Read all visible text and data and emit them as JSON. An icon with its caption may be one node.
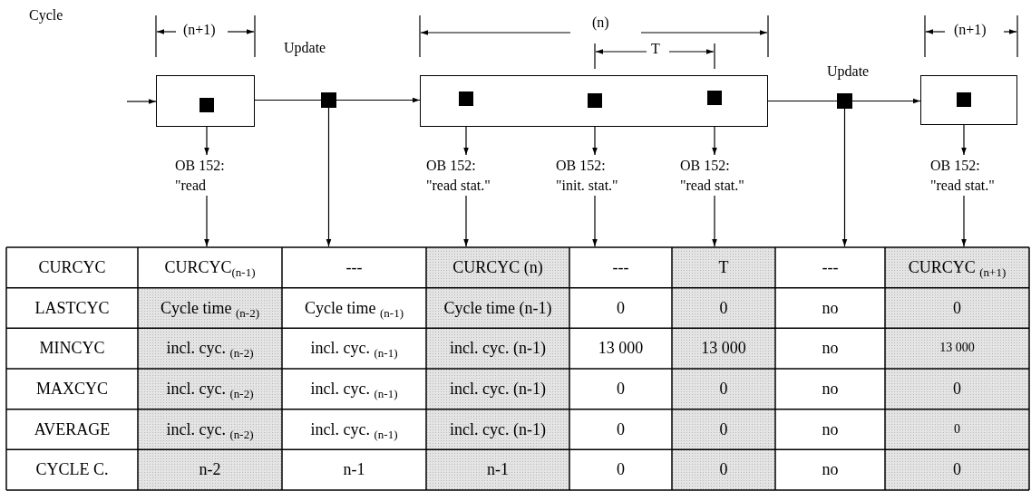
{
  "diagram": {
    "nodes": [
      {
        "text": [],
        "shape": "box"
      },
      {
        "text": [],
        "shape": "box",
        "in": 0
      },
      {
        "text": [],
        "shape": "box",
        "beside": [
          "Update"
        ]
      },
      {
        "text": [],
        "shape": "box"
      },
      {
        "text": [],
        "shape": "box",
        "in": 3
      },
      {
        "text": [],
        "shape": "box",
        "in": 3
      },
      {
        "text": [],
        "shape": "box",
        "in": 3
      },
      {
        "text": [],
        "shape": "box",
        "beside": [
          "Update"
        ]
      },
      {
        "text": [],
        "shape": "box"
      },
      {
        "text": [],
        "shape": "box",
        "in": 8
      },
      {
        "text": [
          "OB 152: \"read"
        ]
      },
      {
        "text": [
          "OB 152: \"read stat.\""
        ]
      },
      {
        "text": [
          "OB 152: \"init. stat.\""
        ]
      },
      {
        "text": [
          "OB 152: \"read stat.\""
        ]
      },
      {
        "text": [
          "OB 152: \"read stat.\""
        ]
      },
      {
        "text": [
          "CURCYC$_{(n-1)}$"
        ]
      },
      {
        "text": [
          "---"
        ]
      },
      {
        "text": [
          "CURCYC (n)"
        ]
      },
      {
        "text": [
          "---"
        ]
      },
      {
        "text": [
          "T"
        ]
      },
      {
        "text": [
          "---"
        ]
      },
      {
        "text": [
          "CURCYC $_{(n+1)}$"
        ]
      }
    ],
    "edges": [
      {
        "from": null,
        "to": 0,
        "arrow": "to"
      },
      {
        "from": 0,
        "to": 2,
        "arrow": "none"
      },
      {
        "from": 2,
        "to": 3,
        "arrow": "to"
      },
      {
        "from": 3,
        "to": 7,
        "arrow": "none"
      },
      {
        "from": 7,
        "to": 8,
        "arrow": "to"
      },
      {
        "from": 1,
        "to": 10,
        "arrow": "to"
      },
      {
        "from": 4,
        "to": 11,
        "arrow": "to"
      },
      {
        "from": 5,
        "to": 12,
        "arrow": "to"
      },
      {
        "from": 6,
        "to": 13,
        "arrow": "to"
      },
      {
        "from": 9,
        "to": 14,
        "arrow": "to"
      },
      {
        "from": 10,
        "to": 15,
        "arrow": "to"
      },
      {
        "from": 2,
        "to": 16,
        "arrow": "to"
      },
      {
        "from": 11,
        "to": 17,
        "arrow": "to"
      },
      {
        "from": 12,
        "to": 18,
        "arrow": "to"
      },
      {
        "from": 13,
        "to": 19,
        "arrow": "to"
      },
      {
        "from": 7,
        "to": 20,
        "arrow": "to"
      },
      {
        "from": 14,
        "to": 21,
        "arrow": "to"
      }
    ],
    "labels": [
      "Cycle",
      "(n+1)",
      "(n)",
      "T",
      "(n+1)",
      "CURCYC",
      "LASTCYC",
      "Cycle time $_{(n-2)}$",
      "Cycle time $_{(n-1)}$",
      "Cycle time (n-1)",
      "0",
      "0",
      "no",
      "0",
      "MINCYC",
      "incl. cyc. $_{(n-2)}$",
      "incl. cyc. $_{(n-1)}$",
      "incl. cyc. (n-1)",
      "13 000",
      "13 000",
      "no",
      "13 000",
      "MAXCYC",
      "incl. cyc. $_{(n-2)}$",
      "incl. cyc. $_{(n-1)}$",
      "incl. cyc. (n-1)",
      "0",
      "0",
      "no",
      "0",
      "AVERAGE",
      "incl. cyc. $_{(n-2)}$",
      "incl. cyc. $_{(n-1)}$",
      "incl. cyc. (n-1)",
      "0",
      "0",
      "no",
      "0",
      "CYCLE C.",
      "n-2",
      "n-1",
      "n-1",
      "0",
      "0",
      "no",
      "0"
    ]
  }
}
